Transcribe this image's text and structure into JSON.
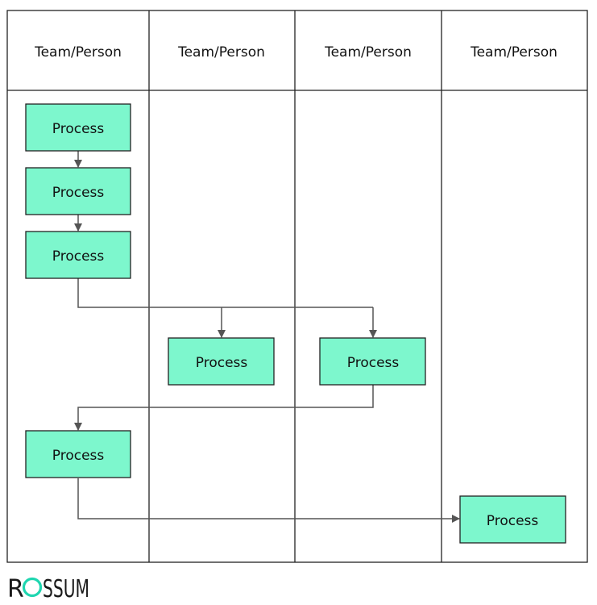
{
  "lanes": [
    {
      "label": "Team/Person"
    },
    {
      "label": "Team/Person"
    },
    {
      "label": "Team/Person"
    },
    {
      "label": "Team/Person"
    }
  ],
  "processes": [
    {
      "label": "Process"
    },
    {
      "label": "Process"
    },
    {
      "label": "Process"
    },
    {
      "label": "Process"
    },
    {
      "label": "Process"
    },
    {
      "label": "Process"
    },
    {
      "label": "Process"
    }
  ],
  "logo": {
    "text_before": "R",
    "text_after": "SSUM",
    "accent_color": "#1fd6b0"
  },
  "colors": {
    "process_fill": "#7df7cd",
    "line": "#555555",
    "border": "#222222"
  }
}
